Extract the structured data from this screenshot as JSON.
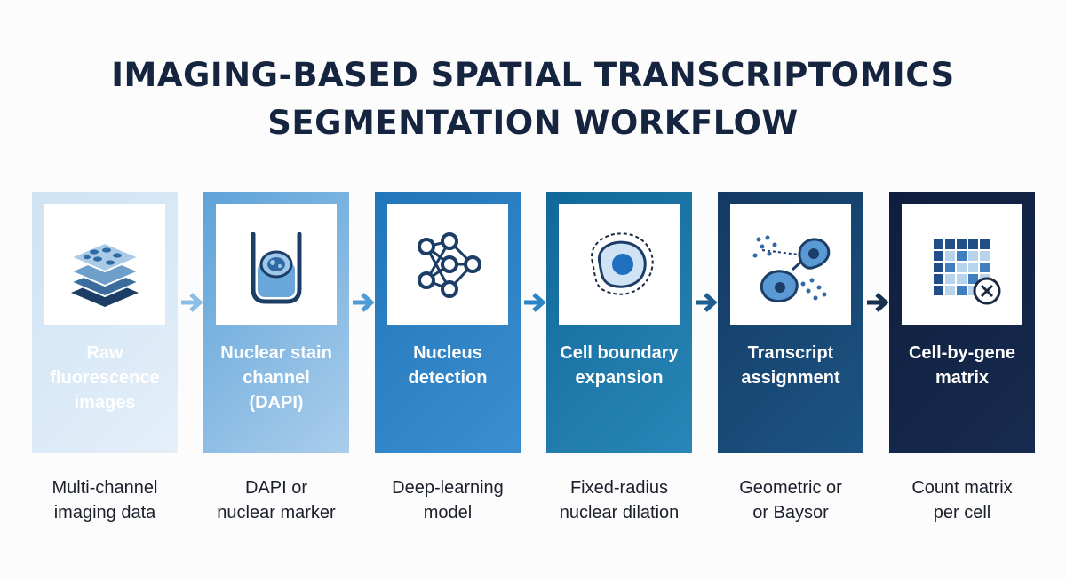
{
  "title": {
    "line1": "IMAGING-BASED SPATIAL TRANSCRIPTOMICS",
    "line2": "SEGMENTATION WORKFLOW"
  },
  "steps": [
    {
      "label_lines": [
        "Raw",
        "fluorescence",
        "images"
      ],
      "desc_lines": [
        "Multi-channel",
        "imaging data"
      ],
      "icon": "stacked-layers-icon",
      "colors": [
        "#cfe3f4",
        "#e4eff9"
      ]
    },
    {
      "label_lines": [
        "Nuclear stain",
        "channel",
        "(DAPI)"
      ],
      "desc_lines": [
        "DAPI or",
        "nuclear marker"
      ],
      "icon": "stained-nucleus-dish-icon",
      "colors": [
        "#5ea3d8",
        "#a9cdec"
      ]
    },
    {
      "label_lines": [
        "Nucleus",
        "detection"
      ],
      "desc_lines": [
        "Deep-learning",
        "model"
      ],
      "icon": "neural-network-icon",
      "colors": [
        "#2275b8",
        "#3b8fd0"
      ]
    },
    {
      "label_lines": [
        "Cell boundary",
        "expansion"
      ],
      "desc_lines": [
        "Fixed-radius",
        "nuclear dilation"
      ],
      "icon": "cell-expansion-icon",
      "colors": [
        "#11689a",
        "#2a86b8"
      ]
    },
    {
      "label_lines": [
        "Transcript",
        "assignment"
      ],
      "desc_lines": [
        "Geometric or",
        "or Baysor"
      ],
      "icon": "transcript-assignment-icon",
      "colors": [
        "#133a63",
        "#1c5483"
      ]
    },
    {
      "label_lines": [
        "Cell-by-gene",
        "matrix"
      ],
      "desc_lines": [
        "Count matrix",
        "per cell"
      ],
      "icon": "gene-matrix-icon",
      "colors": [
        "#0f1e3c",
        "#172b50"
      ]
    }
  ],
  "arrow_colors": [
    "#8cbde4",
    "#4f9bd5",
    "#2c86c6",
    "#1f5f8f",
    "#17304f"
  ]
}
